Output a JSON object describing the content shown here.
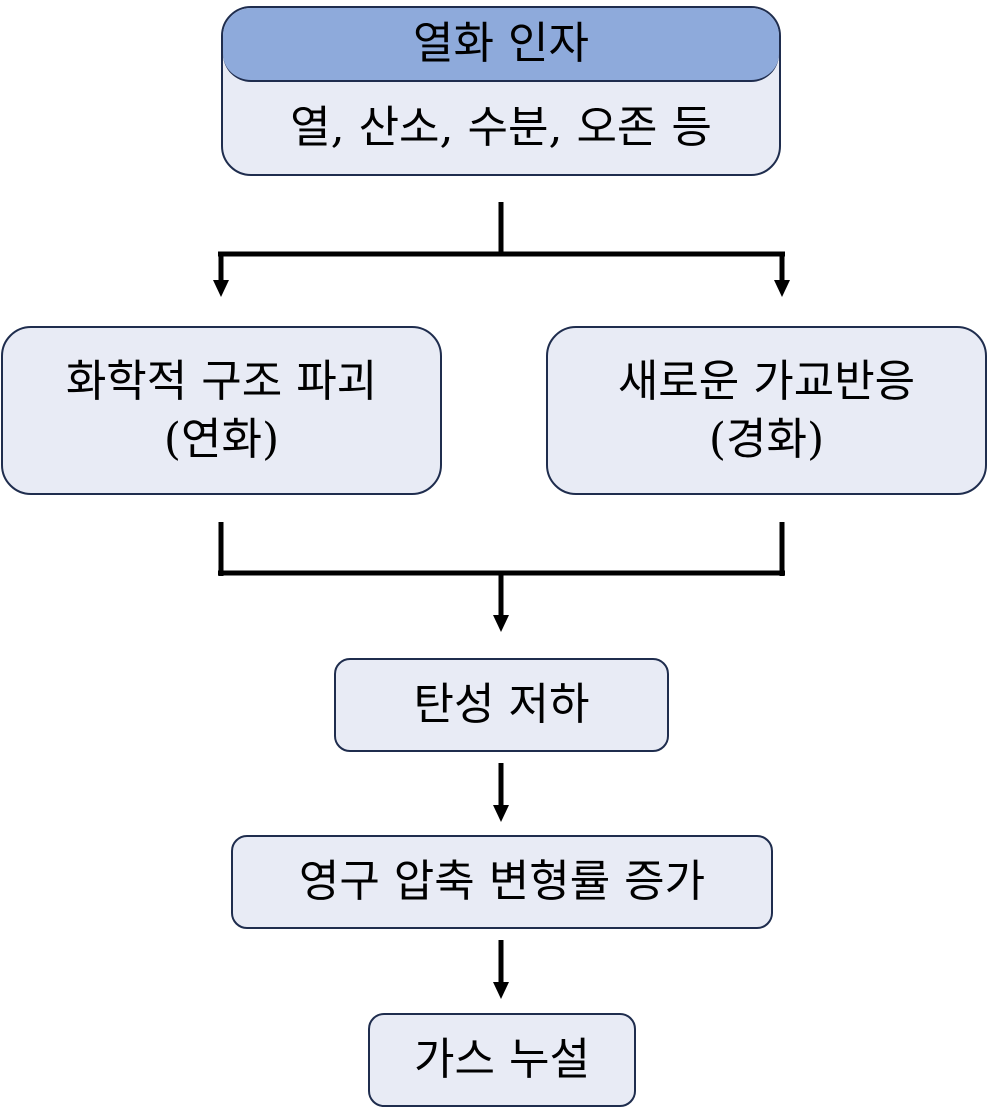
{
  "header": {
    "title": "열화 인자",
    "subtitle": "열, 산소, 수분, 오존 등"
  },
  "branches": {
    "left": {
      "line1": "화학적 구조 파괴",
      "line2": "(연화)"
    },
    "right": {
      "line1": "새로운 가교반응",
      "line2": "(경화)"
    }
  },
  "steps": [
    {
      "label": "탄성 저하"
    },
    {
      "label": "영구 압축 변형률 증가"
    },
    {
      "label": "가스 누설"
    }
  ],
  "colors": {
    "box_fill": "#e8ebf5",
    "header_fill": "#8eaadb",
    "border": "#1f2d4e",
    "connector": "#000000"
  }
}
